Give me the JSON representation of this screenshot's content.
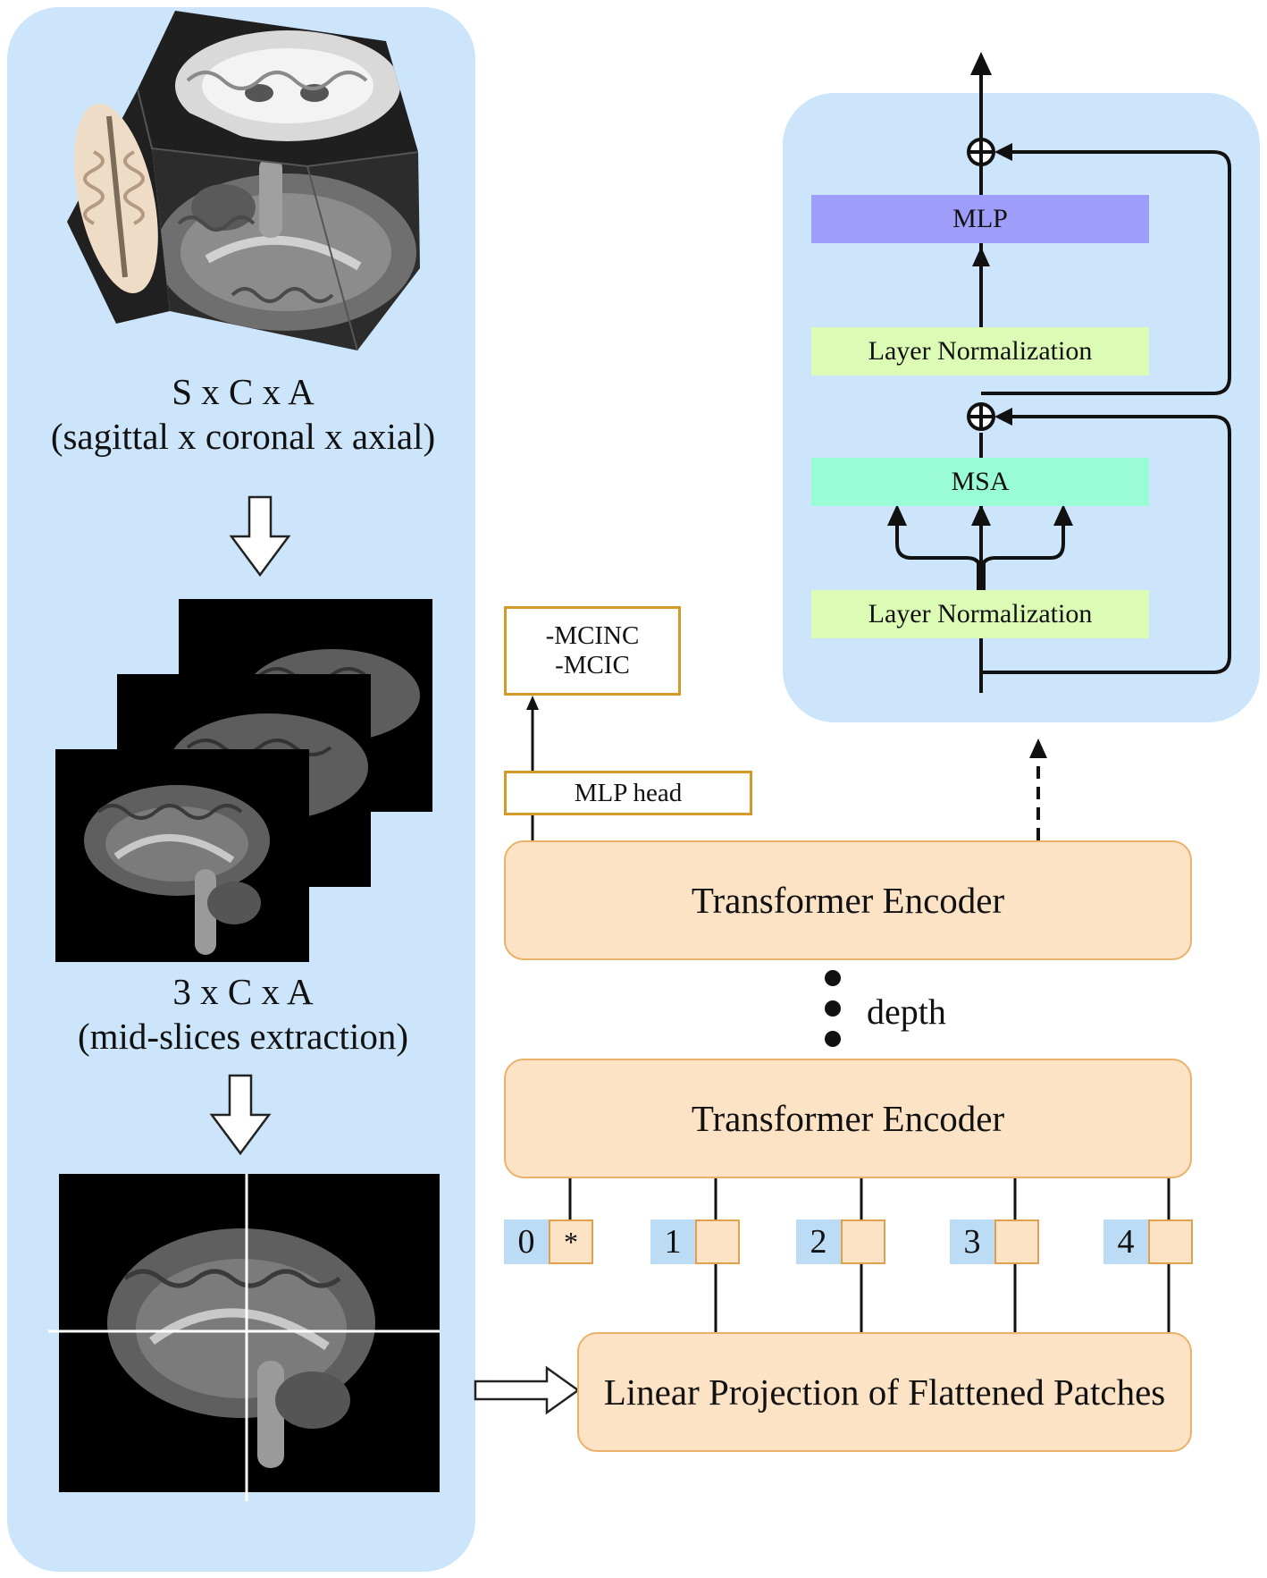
{
  "cube": {
    "caption_line1": "S x C x A",
    "caption_line2": "(sagittal x coronal x axial)"
  },
  "slices": {
    "caption_line1": "3 x C x A",
    "caption_line2": "(mid-slices extraction)"
  },
  "encoder": {
    "top_label": "Transformer Encoder",
    "bottom_label": "Transformer Encoder",
    "depth_label": "depth",
    "projection_label": "Linear Projection of Flattened Patches",
    "head_label": "MLP head",
    "output_line1": "-MCINC",
    "output_line2": "-MCIC",
    "tokens": [
      {
        "index": "0",
        "patch": "*"
      },
      {
        "index": "1",
        "patch": ""
      },
      {
        "index": "2",
        "patch": ""
      },
      {
        "index": "3",
        "patch": ""
      },
      {
        "index": "4",
        "patch": ""
      }
    ]
  },
  "block": {
    "mlp": "MLP",
    "norm_upper": "Layer Normalization",
    "msa": "MSA",
    "norm_lower": "Layer Normalization"
  },
  "colors": {
    "panel": "#cce5fa",
    "encoder_fill": "#fde3c6",
    "mlp_fill": "#9e9dfa",
    "norm_fill": "#dcfbb4",
    "msa_fill": "#9afcd6",
    "token_index_fill": "#bcdcf5",
    "output_border": "#d39a2a"
  }
}
